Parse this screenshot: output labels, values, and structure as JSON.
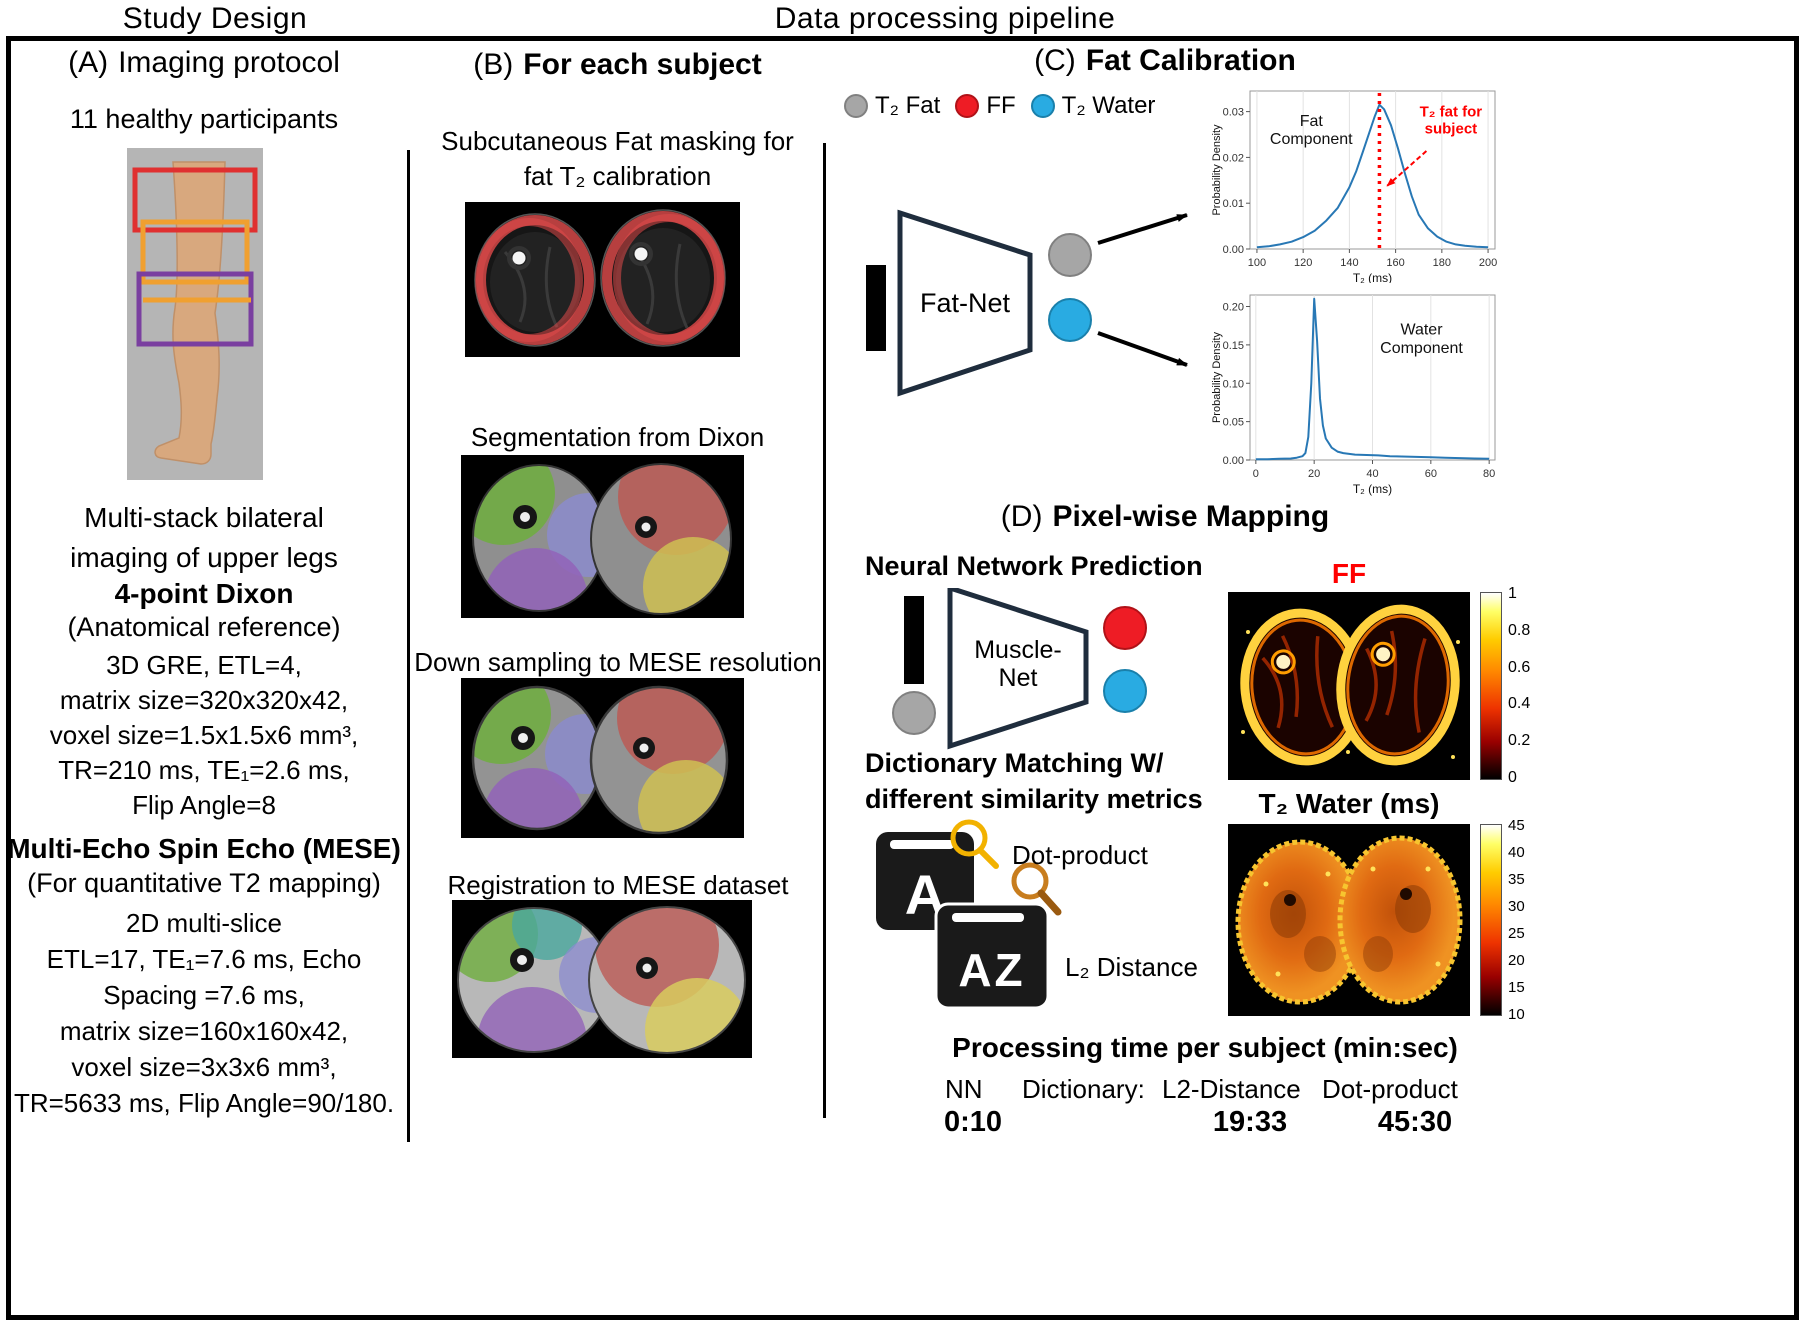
{
  "headers": {
    "left": "Study Design",
    "right": "Data processing pipeline"
  },
  "colors": {
    "t2_fat_gray": "#a6a6a6",
    "ff_red": "#ee1c25",
    "t2_water_blue": "#29abe2",
    "marker_red": "#ff0000",
    "curve_blue": "#2878b5",
    "t2_map_title_blue": "#4a90d9",
    "stack_red": "#e03030",
    "stack_orange": "#f0a030",
    "stack_purple": "#7a3fa0"
  },
  "icons": {
    "dict_card1_letter": "A",
    "dict_card2_letters": "AZ"
  },
  "panel_a": {
    "label": "(A)",
    "title": "Imaging protocol",
    "participants": "11 healthy participants",
    "multistack": "Multi-stack bilateral\nimaging of upper legs",
    "dixon_title": "4-point Dixon",
    "dixon_sub": "(Anatomical reference)",
    "dixon_specs": "3D GRE, ETL=4,\nmatrix size=320x320x42,\nvoxel size=1.5x1.5x6 mm³,\nTR=210 ms, TE₁=2.6 ms,\nFlip Angle=8",
    "mese_title": "Multi-Echo Spin Echo (MESE)",
    "mese_sub": "(For quantitative T2 mapping)",
    "mese_specs": "2D multi-slice\nETL=17, TE₁=7.6 ms, Echo\nSpacing =7.6 ms,\nmatrix size=160x160x42,\nvoxel size=3x3x6 mm³,\nTR=5633 ms, Flip Angle=90/180."
  },
  "panel_b": {
    "label": "(B)",
    "title": "For each subject",
    "step1": "Subcutaneous Fat masking for\nfat T₂ calibration",
    "step2": "Segmentation from Dixon",
    "step3": "Down sampling to MESE resolution",
    "step4": "Registration to  MESE dataset"
  },
  "panel_c": {
    "label": "(C)",
    "title": "Fat Calibration",
    "legend": [
      {
        "name": "t2-fat",
        "label": "T₂ Fat",
        "color": "#a6a6a6"
      },
      {
        "name": "ff",
        "label": "FF",
        "color": "#ee1c25"
      },
      {
        "name": "t2-water",
        "label": "T₂ Water",
        "color": "#29abe2"
      }
    ],
    "fatnet_label": "Fat-Net"
  },
  "panel_d": {
    "label": "(D)",
    "title": "Pixel-wise Mapping",
    "nn_prediction": "Neural Network Prediction",
    "musclenet_line1": "Muscle-",
    "musclenet_line2": "Net",
    "dict_matching": "Dictionary Matching W/\ndifferent similarity metrics",
    "dot_product": "Dot-product",
    "l2_distance": "L₂ Distance",
    "ff_map_title": "FF",
    "t2_map_title": "T₂ Water (ms)",
    "ff_colorbar": [
      "1",
      "0.8",
      "0.6",
      "0.4",
      "0.2",
      "0"
    ],
    "t2_colorbar": [
      "45",
      "40",
      "35",
      "30",
      "25",
      "20",
      "15",
      "10"
    ],
    "processing_title": "Processing time per subject (min:sec)",
    "timing_headers": {
      "nn": "NN",
      "dictionary": "Dictionary:",
      "l2": "L2-Distance",
      "dot": "Dot-product"
    },
    "timing_values": {
      "nn": "0:10",
      "l2": "19:33",
      "dot": "45:30"
    }
  },
  "chart_data": [
    {
      "id": "fat-component",
      "type": "line",
      "title": "Fat\nComponent",
      "title_xy": [
        0.25,
        0.22
      ],
      "xlabel": "T₂ (ms)",
      "ylabel": "Probability Density",
      "xlim": [
        97,
        203
      ],
      "ylim": [
        0,
        0.0345
      ],
      "xticks": [
        100,
        120,
        140,
        160,
        180,
        200
      ],
      "xtick_labels": [
        "100",
        "120",
        "140",
        "160",
        "180",
        "200"
      ],
      "yticks": [
        0,
        0.01,
        0.02,
        0.03
      ],
      "ytick_labels": [
        "0.00",
        "0.01",
        "0.02",
        "0.03"
      ],
      "grid": true,
      "line_color": "#2878b5",
      "x": [
        100,
        105,
        110,
        115,
        120,
        125,
        130,
        135,
        140,
        143,
        146,
        149,
        151,
        153,
        155,
        158,
        161,
        164,
        167,
        170,
        174,
        178,
        182,
        186,
        190,
        195,
        200
      ],
      "y": [
        0.0004,
        0.0006,
        0.001,
        0.0016,
        0.0026,
        0.004,
        0.0062,
        0.009,
        0.0135,
        0.017,
        0.0215,
        0.026,
        0.029,
        0.0315,
        0.0305,
        0.027,
        0.022,
        0.0165,
        0.0115,
        0.0075,
        0.0045,
        0.0027,
        0.0016,
        0.001,
        0.0007,
        0.0005,
        0.0004
      ],
      "marker": {
        "x": 153,
        "color": "#ff0000"
      },
      "annotation": {
        "text": "T₂ fat for\nsubject",
        "color": "#ff0000",
        "xy": [
          0.82,
          0.16
        ],
        "arrow": {
          "from": [
            0.72,
            0.38
          ],
          "to": [
            0.56,
            0.6
          ]
        }
      }
    },
    {
      "id": "water-component",
      "type": "line",
      "title": "Water\nComponent",
      "title_xy": [
        0.7,
        0.24
      ],
      "xlabel": "T₂ (ms)",
      "ylabel": "Probability Density",
      "xlim": [
        -2,
        82
      ],
      "ylim": [
        0,
        0.215
      ],
      "xticks": [
        0,
        20,
        40,
        60,
        80
      ],
      "xtick_labels": [
        "0",
        "20",
        "40",
        "60",
        "80"
      ],
      "yticks": [
        0,
        0.05,
        0.1,
        0.15,
        0.2
      ],
      "ytick_labels": [
        "0.00",
        "0.05",
        "0.10",
        "0.15",
        "0.20"
      ],
      "grid": true,
      "line_color": "#2878b5",
      "x": [
        0,
        4,
        8,
        12,
        14,
        16,
        17,
        18,
        19,
        20,
        21,
        22,
        23,
        24,
        26,
        28,
        30,
        34,
        38,
        42,
        46,
        50,
        55,
        60,
        65,
        70,
        75,
        80
      ],
      "y": [
        0.001,
        0.001,
        0.0015,
        0.002,
        0.003,
        0.005,
        0.009,
        0.03,
        0.1,
        0.21,
        0.155,
        0.08,
        0.045,
        0.028,
        0.016,
        0.011,
        0.009,
        0.007,
        0.0065,
        0.006,
        0.005,
        0.0045,
        0.004,
        0.0035,
        0.003,
        0.0025,
        0.002,
        0.0015
      ]
    }
  ]
}
